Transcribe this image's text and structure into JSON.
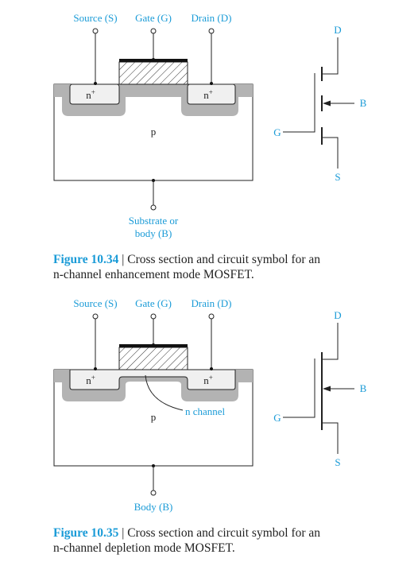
{
  "figures": [
    {
      "labels": {
        "source": "Source (S)",
        "gate": "Gate (G)",
        "drain": "Drain (D)",
        "n_left": "n",
        "n_right": "n",
        "sup": "+",
        "p": "p",
        "substrate_line1": "Substrate or",
        "substrate_line2": "body (B)"
      },
      "symbol": {
        "d": "D",
        "b": "B",
        "g": "G",
        "s": "S"
      },
      "caption": {
        "number": "Figure 10.34",
        "separator": " | ",
        "text_line1": "Cross section and circuit symbol for an",
        "text_line2": "n-channel enhancement mode MOSFET."
      }
    },
    {
      "labels": {
        "source": "Source (S)",
        "gate": "Gate (G)",
        "drain": "Drain (D)",
        "n_left": "n",
        "n_right": "n",
        "sup": "+",
        "p": "p",
        "channel": "n channel",
        "body": "Body (B)"
      },
      "symbol": {
        "d": "D",
        "b": "B",
        "g": "G",
        "s": "S"
      },
      "caption": {
        "number": "Figure 10.35",
        "separator": " | ",
        "text_line1": "Cross section and circuit symbol for an",
        "text_line2": "n-channel depletion mode MOSFET."
      }
    }
  ],
  "colors": {
    "label_blue": "#1a9bd7",
    "oxide_gray": "#b3b3b3",
    "diffusion_fill": "#f0f0f0"
  }
}
